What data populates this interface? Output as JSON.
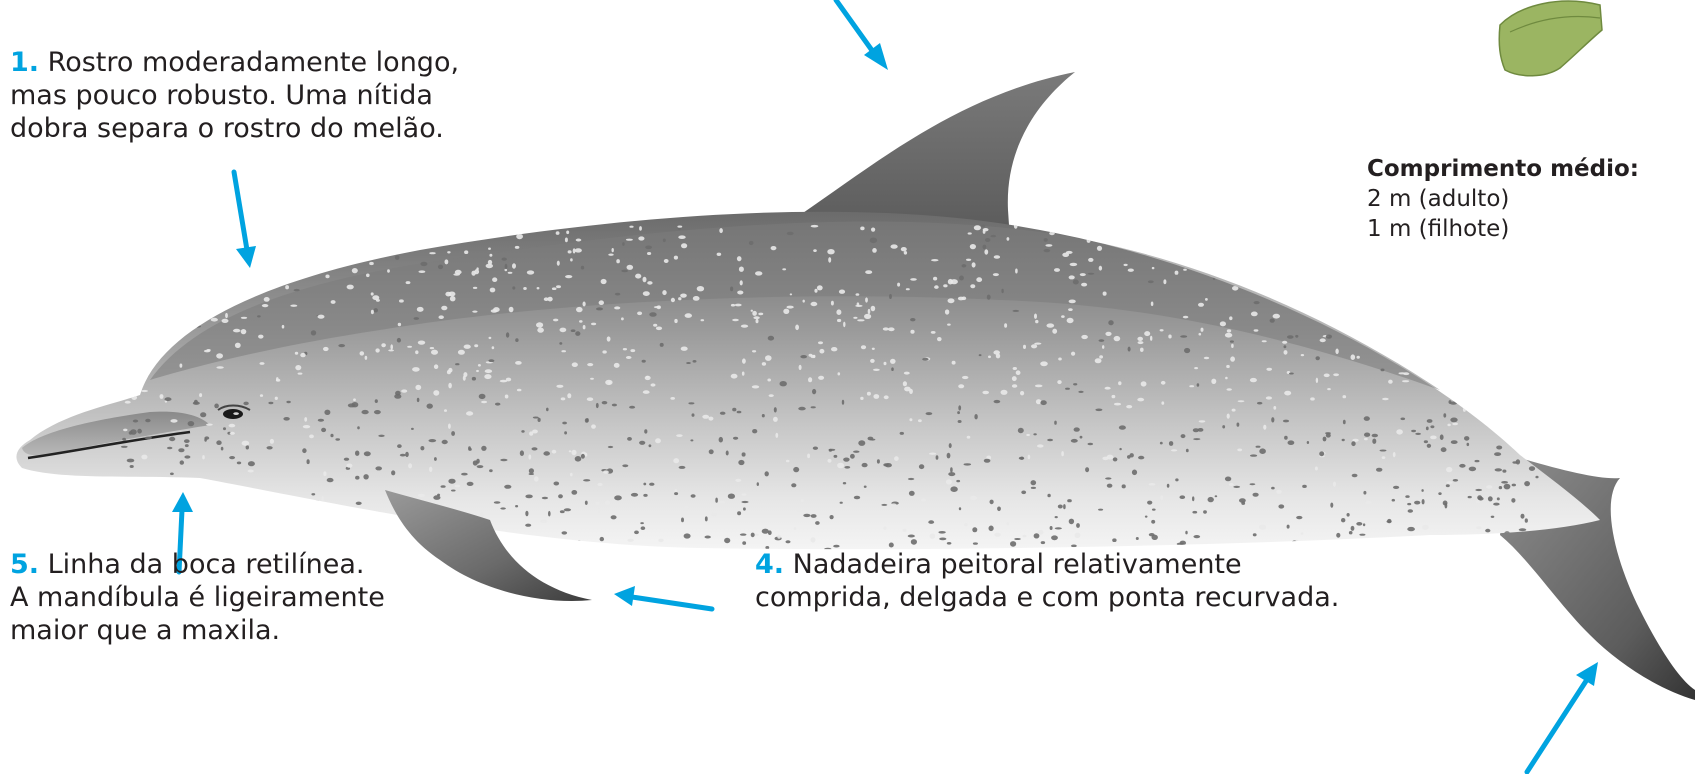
{
  "colors": {
    "accent": "#00a3e0",
    "text": "#231f20",
    "map_fill": "#9bb562"
  },
  "annotations": [
    {
      "number": "1.",
      "lines": [
        "Rostro moderadamente longo,",
        "mas pouco robusto. Uma nítida",
        "dobra separa o rostro do melão."
      ]
    },
    {
      "number": "5.",
      "lines": [
        "Linha da boca retilínea.",
        "A mandíbula é ligeiramente",
        "maior que a maxila."
      ]
    },
    {
      "number": "4.",
      "lines": [
        "Nadadeira peitoral relativamente",
        "comprida, delgada e com ponta recurvada."
      ]
    }
  ],
  "length": {
    "label": "Comprimento médio:",
    "adult": "2 m (adulto)",
    "calf": "1 m (filhote)"
  },
  "icons": {
    "map": "region-map-icon",
    "arrow": "pointer-arrow-icon"
  }
}
